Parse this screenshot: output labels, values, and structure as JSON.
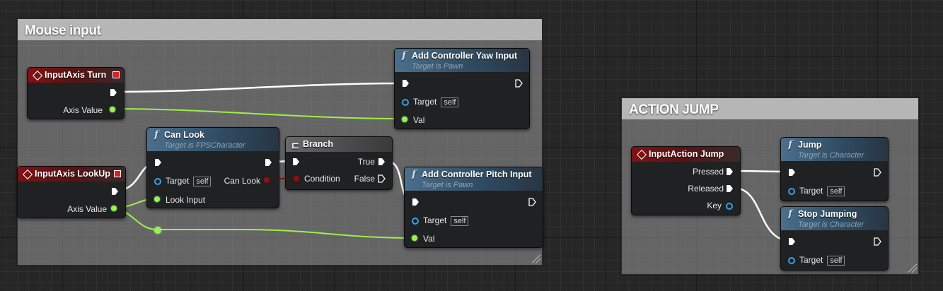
{
  "comments": {
    "mouse_input": "Mouse input",
    "action_jump": "ACTION JUMP"
  },
  "nodes": {
    "input_axis_turn": {
      "title": "InputAxis Turn",
      "pins": {
        "axis_value": "Axis Value"
      }
    },
    "add_controller_yaw_input": {
      "title": "Add Controller Yaw Input",
      "subtitle": "Target is Pawn",
      "pins": {
        "target": "Target",
        "target_default": "self",
        "val": "Val"
      }
    },
    "input_axis_lookup": {
      "title": "InputAxis LookUp",
      "pins": {
        "axis_value": "Axis Value"
      }
    },
    "can_look": {
      "title": "Can Look",
      "subtitle": "Target is FPSCharacter",
      "pins": {
        "target": "Target",
        "target_default": "self",
        "look_input": "Look Input",
        "can_look": "Can Look"
      }
    },
    "branch": {
      "title": "Branch",
      "pins": {
        "condition": "Condition",
        "true": "True",
        "false": "False"
      }
    },
    "add_controller_pitch_input": {
      "title": "Add Controller Pitch Input",
      "subtitle": "Target is Pawn",
      "pins": {
        "target": "Target",
        "target_default": "self",
        "val": "Val"
      }
    },
    "input_action_jump": {
      "title": "InputAction Jump",
      "pins": {
        "pressed": "Pressed",
        "released": "Released",
        "key": "Key"
      }
    },
    "jump": {
      "title": "Jump",
      "subtitle": "Target is Character",
      "pins": {
        "target": "Target",
        "target_default": "self"
      }
    },
    "stop_jumping": {
      "title": "Stop Jumping",
      "subtitle": "Target is Character",
      "pins": {
        "target": "Target",
        "target_default": "self"
      }
    }
  },
  "colors": {
    "exec_wire": "#ffffff",
    "float_wire": "#9df04a",
    "bool_wire": "#950e0e",
    "event_header": "#7f1214",
    "function_header": "#4b6f8c"
  }
}
